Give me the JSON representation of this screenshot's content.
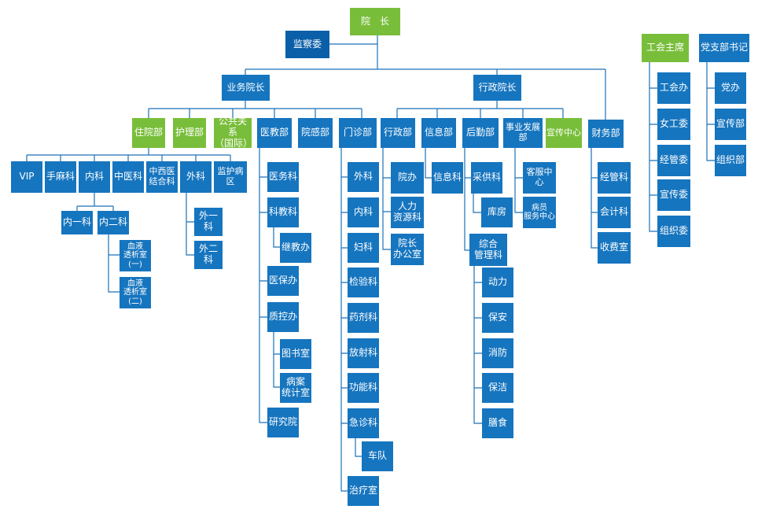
{
  "colors": {
    "leadership": "#79be3a",
    "department": "#1675bf",
    "connector": "#1c72b8"
  },
  "top": {
    "president": "院　长",
    "supervisory": "监察委",
    "business_vp": "业务院长",
    "admin_vp": "行政院长"
  },
  "business_depts": {
    "inpatient": "住院部",
    "nursing": "护理部",
    "public_relations": "公共关系\n（国际）",
    "medical_education": "医教部",
    "infection_control": "院感部",
    "outpatient": "门诊部"
  },
  "admin_depts": {
    "administration": "行政部",
    "information": "信息部",
    "logistics": "后勤部",
    "business_development": "事业发展部",
    "publicity_center": "宣传中心",
    "finance": "财务部"
  },
  "inpatient_units": {
    "vip": "VIP",
    "anesthesia": "手麻科",
    "internal": "内科",
    "tcm": "中医科",
    "integrated": "中西医\n结合科",
    "surgery": "外科",
    "icu": "监护病区",
    "internal_1": "内一科",
    "internal_2": "内二科",
    "dialysis_1": "血液\n透析室\n(一)",
    "dialysis_2": "血液\n透析室\n(二)",
    "surgery_1": "外一科",
    "surgery_2": "外二科"
  },
  "medical_education_units": {
    "medical_affairs": "医务科",
    "science_education": "科教科",
    "continuing_education": "继教办",
    "insurance": "医保办",
    "quality_control": "质控办",
    "library": "图书室",
    "records": "病案\n统计室",
    "research": "研究院"
  },
  "outpatient_units": [
    "外科",
    "内科",
    "妇科",
    "检验科",
    "药剂科",
    "放射科",
    "功能科",
    "急诊科",
    "车队",
    "治疗室"
  ],
  "administration_units": {
    "office": "院办",
    "hr": "人力\n资源科",
    "president_office": "院长\n办公室"
  },
  "information_units": {
    "info_section": "信息科"
  },
  "logistics_units": {
    "procurement": "采供科",
    "warehouse": "库房",
    "general_mgmt": "综合\n管理科",
    "power": "动力",
    "security": "保安",
    "fire": "消防",
    "cleaning": "保洁",
    "catering": "膳食"
  },
  "development_units": {
    "customer_service": "客服中心",
    "patient_service": "病员\n服务中心"
  },
  "finance_units": {
    "economic_mgmt": "经管科",
    "accounting": "会计科",
    "cashier": "收费室"
  },
  "union": {
    "chair": "工会主席",
    "items": [
      "工会办",
      "女工委",
      "经管委",
      "宣传委",
      "组织委"
    ]
  },
  "party": {
    "secretary": "党支部书记",
    "items": [
      "党办",
      "宣传部",
      "组织部"
    ]
  }
}
